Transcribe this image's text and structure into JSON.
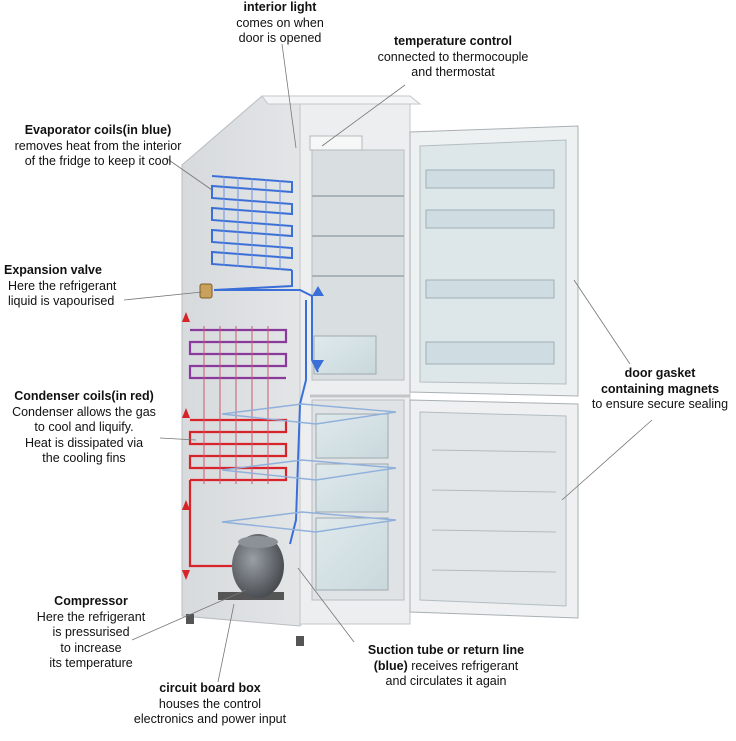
{
  "labels": {
    "interior_light": {
      "title": "interior light",
      "desc": "comes on when\ndoor is opened"
    },
    "temperature_control": {
      "title": "temperature control",
      "desc": "connected to thermocouple\nand thermostat"
    },
    "evaporator": {
      "title": "Evaporator coils(in blue)",
      "desc": "removes heat from the interior\nof the fridge to keep it cool"
    },
    "expansion_valve": {
      "title": "Expansion valve",
      "desc": "Here the refrigerant\nliquid is vapourised"
    },
    "condenser": {
      "title": "Condenser coils(in red)",
      "desc": "Condenser allows the gas\nto cool and liquify.\nHeat is dissipated via\nthe cooling fins"
    },
    "compressor": {
      "title": "Compressor",
      "desc": "Here the refrigerant\nis pressurised\nto increase\nits temperature"
    },
    "circuit_board": {
      "title": "circuit board box",
      "desc": "houses the control\nelectronics and power input"
    },
    "suction_tube": {
      "title": "Suction tube or return line",
      "title2": "(blue)",
      "desc_inline": " receives refrigerant",
      "desc": "and circulates it again"
    },
    "door_gasket": {
      "title": "door gasket\ncontaining magnets",
      "desc": "to ensure secure sealing"
    }
  },
  "colors": {
    "condenser": "#d8232a",
    "condenser_purple": "#8a3a9a",
    "evaporator": "#3b6fd8",
    "cabinet": "#e9ebec",
    "leader": "#777777"
  }
}
